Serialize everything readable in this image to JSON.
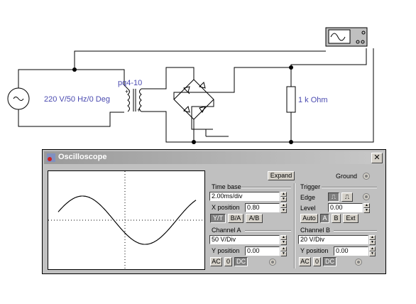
{
  "circuit": {
    "source_label": "220 V/50 Hz/0 Deg",
    "transformer_label": "pq4-10",
    "resistor_label": "1 k Ohm"
  },
  "window": {
    "title": "Oscilloscope",
    "close_glyph": "✕"
  },
  "controls": {
    "expand_label": "Expand",
    "ground_label": "Ground",
    "timebase": {
      "title": "Time base",
      "value": "2.00ms/div",
      "xpos_label": "X position",
      "xpos_value": "0.80",
      "modes": [
        "Y/T",
        "B/A",
        "A/B"
      ]
    },
    "trigger": {
      "title": "Trigger",
      "edge_label": "Edge",
      "level_label": "Level",
      "level_value": "0.00",
      "sources": [
        "Auto",
        "A",
        "B",
        "Ext"
      ]
    },
    "channel_a": {
      "title": "Channel A",
      "scale": "50 V/Div",
      "ypos_label": "Y position",
      "ypos_value": "0.00",
      "coupling": [
        "AC",
        "0",
        "DC"
      ]
    },
    "channel_b": {
      "title": "Channel B",
      "scale": "20 V/Div",
      "ypos_label": "Y position",
      "ypos_value": "0.00",
      "coupling": [
        "AC",
        "0",
        "DC"
      ]
    }
  },
  "colors": {
    "wire": "#000000",
    "label": "#4a4ab0",
    "panel": "#c0c0c0",
    "trace": "#000000"
  }
}
